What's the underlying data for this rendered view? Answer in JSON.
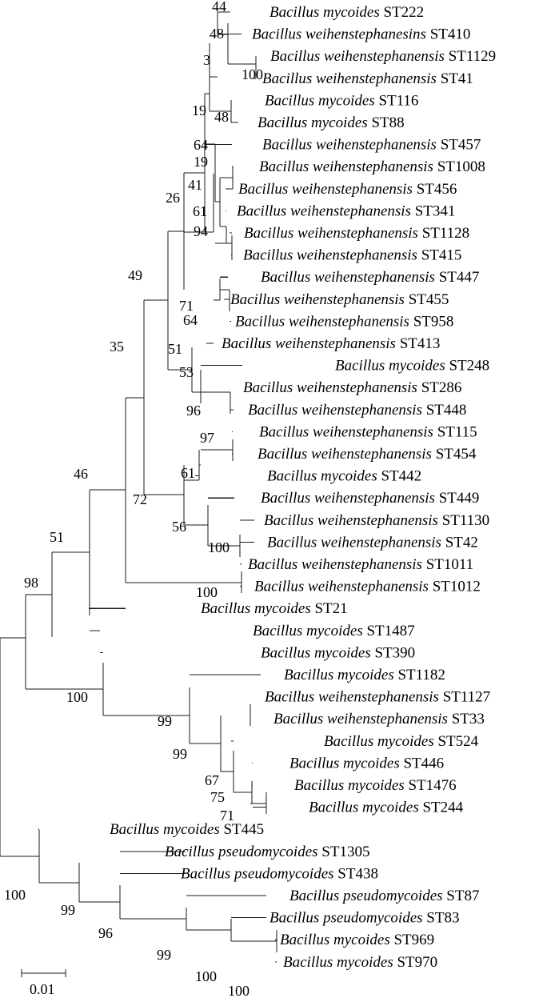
{
  "tree": {
    "taxa": [
      {
        "genus_species": "Bacillus mycoides",
        "strain": "ST222"
      },
      {
        "genus_species": "Bacillus weihenstephanesins",
        "strain": "ST410"
      },
      {
        "genus_species": "Bacillus weihenstephanensis",
        "strain": "ST1129"
      },
      {
        "genus_species": "Bacillus weihenstephanensis",
        "strain": "ST41"
      },
      {
        "genus_species": "Bacillus mycoides",
        "strain": "ST116"
      },
      {
        "genus_species": "Bacillus mycoides",
        "strain": "ST88"
      },
      {
        "genus_species": "Bacillus weihenstephanensis",
        "strain": "ST457"
      },
      {
        "genus_species": "Bacillus weihenstephanensis",
        "strain": "ST1008"
      },
      {
        "genus_species": "Bacillus weihenstephanensis",
        "strain": "ST456"
      },
      {
        "genus_species": "Bacillus weihenstephanensis",
        "strain": "ST341"
      },
      {
        "genus_species": "Bacillus weihenstephanensis",
        "strain": "ST1128"
      },
      {
        "genus_species": "Bacillus weihenstephanensis",
        "strain": "ST415"
      },
      {
        "genus_species": "Bacillus weihenstephanensis",
        "strain": "ST447"
      },
      {
        "genus_species": "Bacillus weihenstephanensis",
        "strain": "ST455"
      },
      {
        "genus_species": "Bacillus weihenstephanensis",
        "strain": "ST958"
      },
      {
        "genus_species": "Bacillus weihenstephanensis",
        "strain": "ST413"
      },
      {
        "genus_species": "Bacillus mycoides",
        "strain": "ST248"
      },
      {
        "genus_species": "Bacillus weihenstephanensis",
        "strain": "ST286"
      },
      {
        "genus_species": "Bacillus weihenstephanensis",
        "strain": "ST448"
      },
      {
        "genus_species": "Bacillus weihenstephanensis",
        "strain": "ST115"
      },
      {
        "genus_species": "Bacillus weihenstephanensis",
        "strain": "ST454"
      },
      {
        "genus_species": "Bacillus mycoides",
        "strain": "ST442"
      },
      {
        "genus_species": "Bacillus weihenstephanensis",
        "strain": "ST449"
      },
      {
        "genus_species": "Bacillus weihenstephanensis",
        "strain": "ST1130"
      },
      {
        "genus_species": "Bacillus weihenstephanensis",
        "strain": "ST42"
      },
      {
        "genus_species": "Bacillus weihenstephanensis",
        "strain": "ST1011"
      },
      {
        "genus_species": "Bacillus weihenstephanensis",
        "strain": "ST1012"
      },
      {
        "genus_species": "Bacillus mycoides",
        "strain": "ST21"
      },
      {
        "genus_species": "Bacillus mycoides",
        "strain": "ST1487"
      },
      {
        "genus_species": "Bacillus mycoides",
        "strain": "ST390"
      },
      {
        "genus_species": "Bacillus mycoides",
        "strain": "ST1182"
      },
      {
        "genus_species": "Bacillus weihenstephanensis",
        "strain": "ST1127"
      },
      {
        "genus_species": "Bacillus weihenstephanensis",
        "strain": "ST33"
      },
      {
        "genus_species": "Bacillus mycoides",
        "strain": "ST524"
      },
      {
        "genus_species": "Bacillus mycoides",
        "strain": "ST446"
      },
      {
        "genus_species": "Bacillus mycoides",
        "strain": "ST1476"
      },
      {
        "genus_species": "Bacillus mycoides",
        "strain": "ST244"
      },
      {
        "genus_species": "Bacillus mycoides",
        "strain": "ST445"
      },
      {
        "genus_species": "Bacillus pseudomycoides",
        "strain": "ST1305"
      },
      {
        "genus_species": "Bacillus pseudomycoides",
        "strain": "ST438"
      },
      {
        "genus_species": "Bacillus pseudomycoides",
        "strain": "ST87"
      },
      {
        "genus_species": "Bacillus  pseudomycoides",
        "strain": "ST83"
      },
      {
        "genus_species": "Bacillus mycoides",
        "strain": "ST969"
      },
      {
        "genus_species": "Bacillus mycoides",
        "strain": "ST970"
      }
    ],
    "bootstrap_values": [
      "44",
      "48",
      "3",
      "100",
      "19",
      "48",
      "64",
      "19",
      "41",
      "61",
      "94",
      "26",
      "49",
      "71",
      "64",
      "51",
      "53",
      "96",
      "35",
      "97",
      "61",
      "72",
      "56",
      "100",
      "46",
      "100",
      "51",
      "98",
      "100",
      "99",
      "99",
      "67",
      "75",
      "71",
      "100",
      "99",
      "96",
      "99",
      "100",
      "100"
    ],
    "scale_bar": {
      "label": "0.01"
    }
  }
}
